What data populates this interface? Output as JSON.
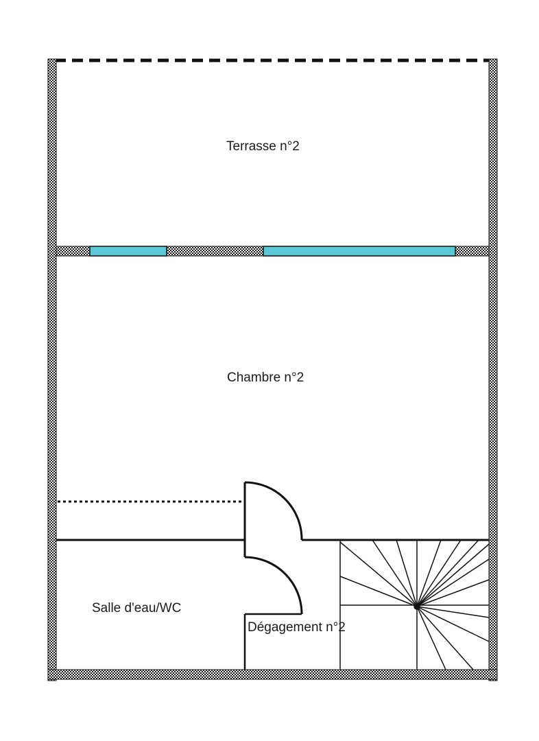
{
  "floor_plan": {
    "rooms": [
      {
        "id": "terrasse",
        "label": "Terrasse n°2"
      },
      {
        "id": "chambre",
        "label": "Chambre n°2"
      },
      {
        "id": "salle-eau",
        "label": "Salle d'eau/WC"
      },
      {
        "id": "degagement",
        "label": "Dégagement n°2"
      }
    ],
    "colors": {
      "wall_dark": "#1a1a1a",
      "wall_light": "#ffffff",
      "window_fill": "#5bc8d8",
      "line": "#111111"
    }
  }
}
